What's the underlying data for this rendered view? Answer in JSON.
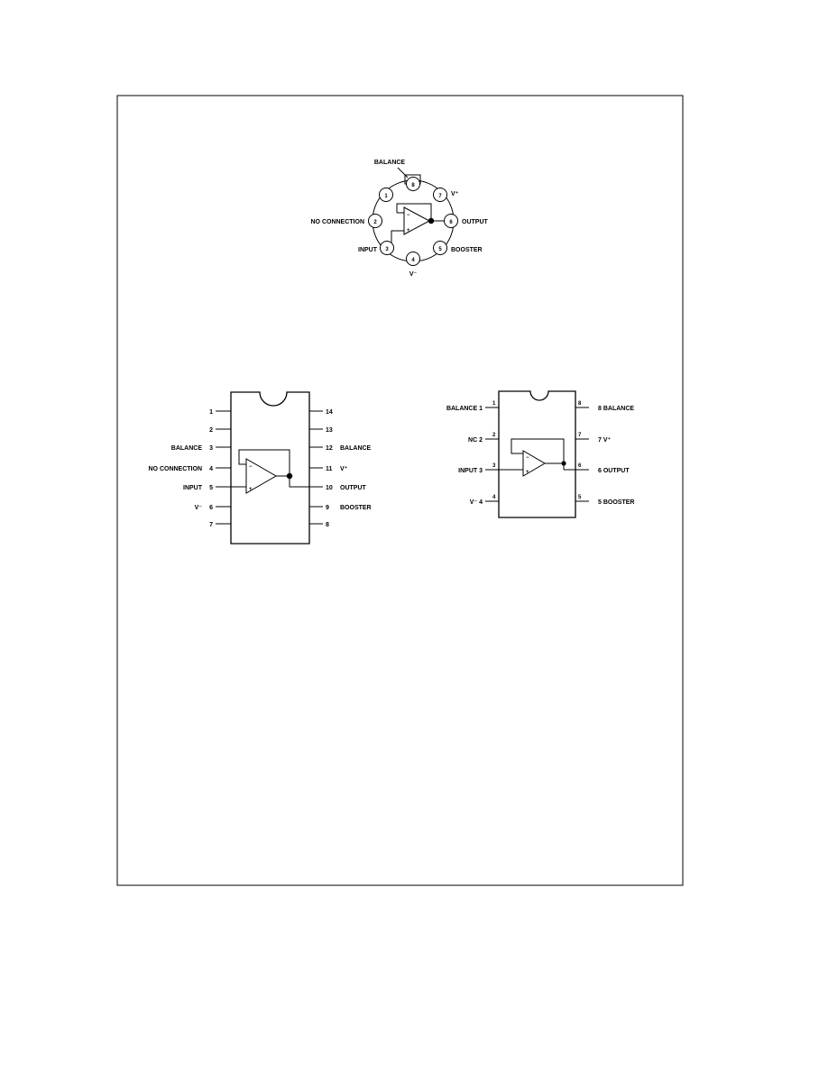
{
  "metal_can": {
    "labels": {
      "balance": "BALANCE",
      "v_plus": "V⁺",
      "no_connection": "NO CONNECTION",
      "output": "OUTPUT",
      "input": "INPUT",
      "booster": "BOOSTER",
      "v_minus": "V⁻"
    },
    "pins": [
      "1",
      "2",
      "3",
      "4",
      "5",
      "6",
      "7",
      "8"
    ],
    "opamp_signs": {
      "minus": "−",
      "plus": "+"
    }
  },
  "dip14": {
    "left_pins": [
      {
        "num": "1",
        "label": ""
      },
      {
        "num": "2",
        "label": ""
      },
      {
        "num": "3",
        "label": "BALANCE"
      },
      {
        "num": "4",
        "label": "NO CONNECTION"
      },
      {
        "num": "5",
        "label": "INPUT"
      },
      {
        "num": "6",
        "label": "V⁻"
      },
      {
        "num": "7",
        "label": ""
      }
    ],
    "right_pins": [
      {
        "num": "14",
        "label": ""
      },
      {
        "num": "13",
        "label": ""
      },
      {
        "num": "12",
        "label": "BALANCE"
      },
      {
        "num": "11",
        "label": "V⁺"
      },
      {
        "num": "10",
        "label": "OUTPUT"
      },
      {
        "num": "9",
        "label": "BOOSTER"
      },
      {
        "num": "8",
        "label": ""
      }
    ],
    "opamp_signs": {
      "minus": "−",
      "plus": "+"
    }
  },
  "dip8": {
    "left_pins": [
      {
        "num": "1",
        "label": "BALANCE 1"
      },
      {
        "num": "2",
        "label": "NC 2"
      },
      {
        "num": "3",
        "label": "INPUT 3"
      },
      {
        "num": "4",
        "label": "V⁻ 4"
      }
    ],
    "right_pins": [
      {
        "num": "8",
        "label": "8 BALANCE"
      },
      {
        "num": "7",
        "label": "7 V⁺"
      },
      {
        "num": "6",
        "label": "6 OUTPUT"
      },
      {
        "num": "5",
        "label": "5 BOOSTER"
      }
    ],
    "opamp_signs": {
      "minus": "−",
      "plus": "+"
    }
  }
}
